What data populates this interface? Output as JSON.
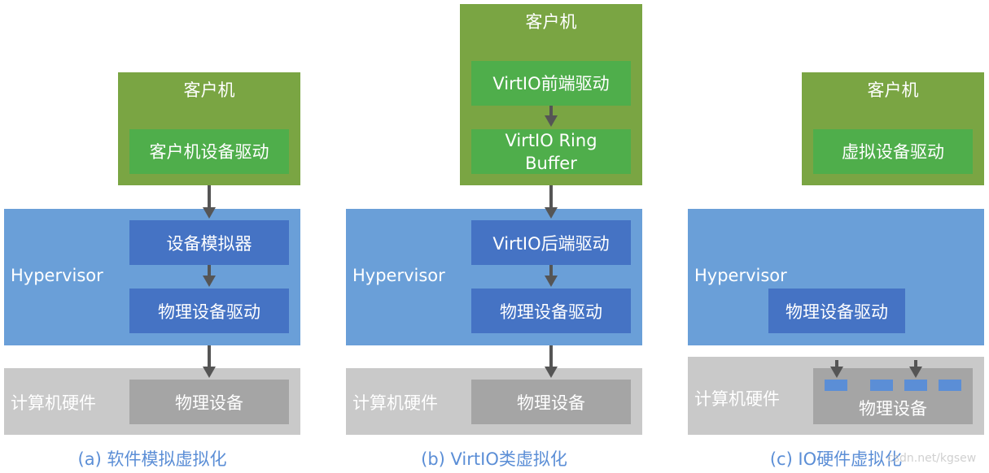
{
  "panel_a": {
    "guest_title": "客户机",
    "guest_driver": "客户机设备驱动",
    "hypervisor": "Hypervisor",
    "emulator": "设备模拟器",
    "phys_driver": "物理设备驱动",
    "hw_label": "计算机硬件",
    "phys_device": "物理设备",
    "caption": "(a) 软件模拟虚拟化"
  },
  "panel_b": {
    "guest_title": "客户机",
    "frontend": "VirtIO前端驱动",
    "ring_line1": "VirtIO Ring",
    "ring_line2": "Buffer",
    "hypervisor": "Hypervisor",
    "backend": "VirtIO后端驱动",
    "phys_driver": "物理设备驱动",
    "hw_label": "计算机硬件",
    "phys_device": "物理设备",
    "caption": "(b) VirtIO类虚拟化"
  },
  "panel_c": {
    "guest_title": "客户机",
    "virt_driver": "虚拟设备驱动",
    "hypervisor": "Hypervisor",
    "phys_driver": "物理设备驱动",
    "hw_label": "计算机硬件",
    "phys_device": "物理设备",
    "caption": "(c) IO硬件虚拟化"
  },
  "watermark": "csdn.net/kgsew"
}
